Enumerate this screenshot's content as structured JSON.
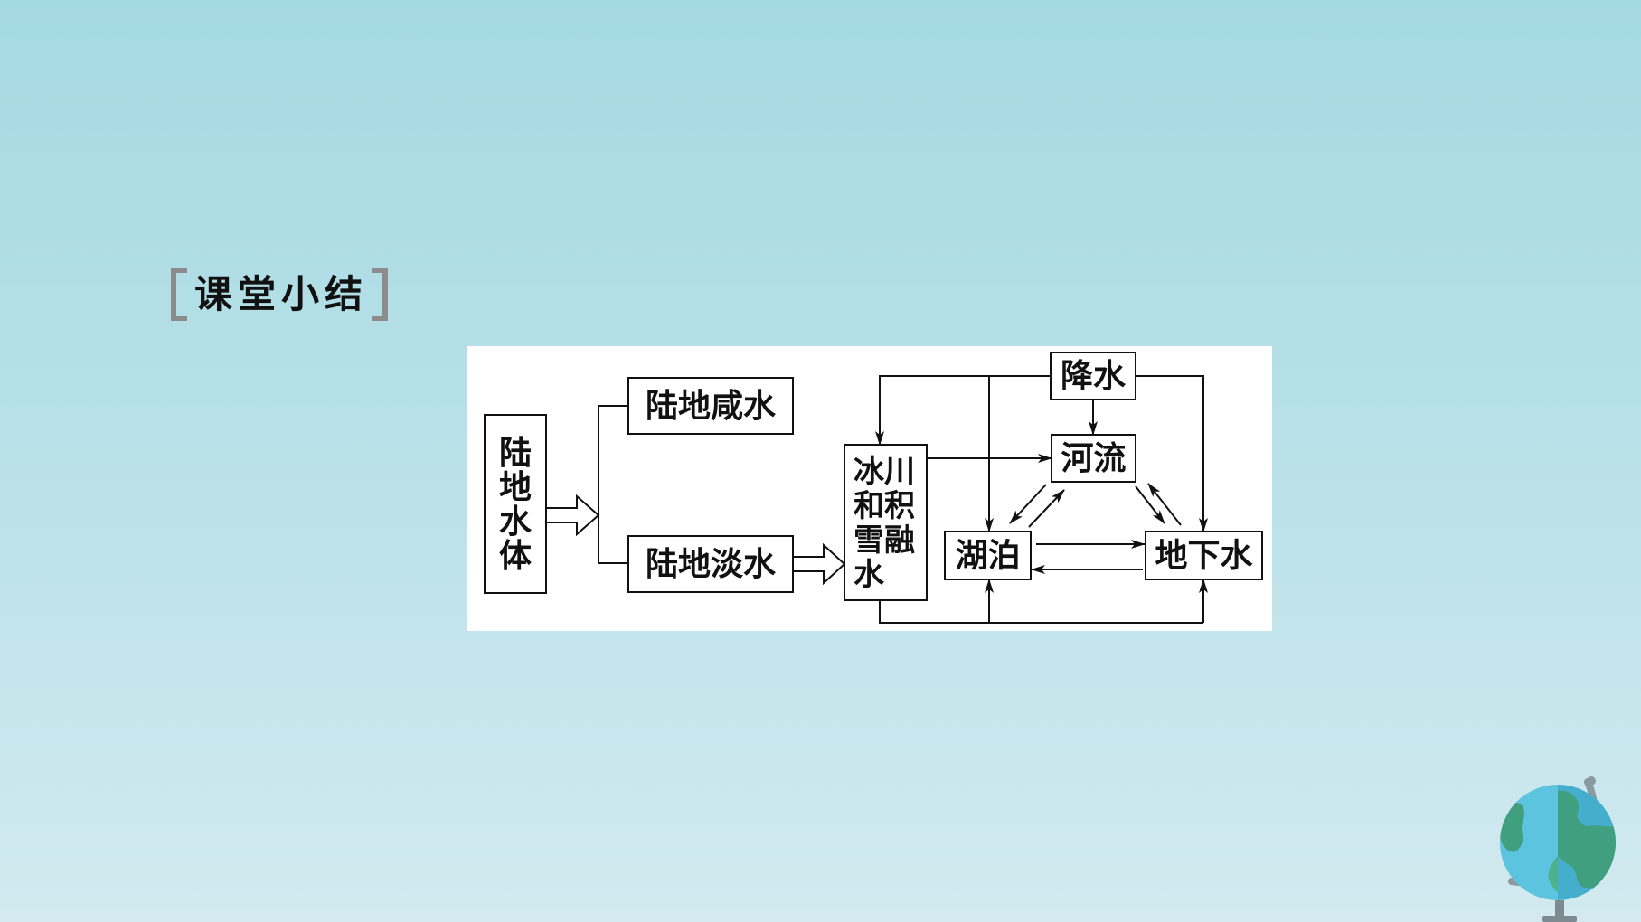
{
  "title": "课堂小结",
  "diagram": {
    "land_water": [
      "陆",
      "地",
      "水",
      "体"
    ],
    "salt_water": "陆地咸水",
    "fresh_water": "陆地淡水",
    "glacier_snowmelt": [
      "冰川",
      "和积",
      "雪融",
      "水"
    ],
    "precipitation": "降水",
    "river": "河流",
    "lake": "湖泊",
    "groundwater": "地下水"
  },
  "icons": {
    "globe": "globe-icon"
  },
  "colors": {
    "background_top": "#a5d9e2",
    "background_bottom": "#d2eaf0",
    "bracket": "#8c8c8c",
    "globe_ocean_light": "#5cc4df",
    "globe_ocean_dark": "#45aecd",
    "globe_land": "#3f9f7e",
    "globe_stand": "#8a9aa0"
  }
}
